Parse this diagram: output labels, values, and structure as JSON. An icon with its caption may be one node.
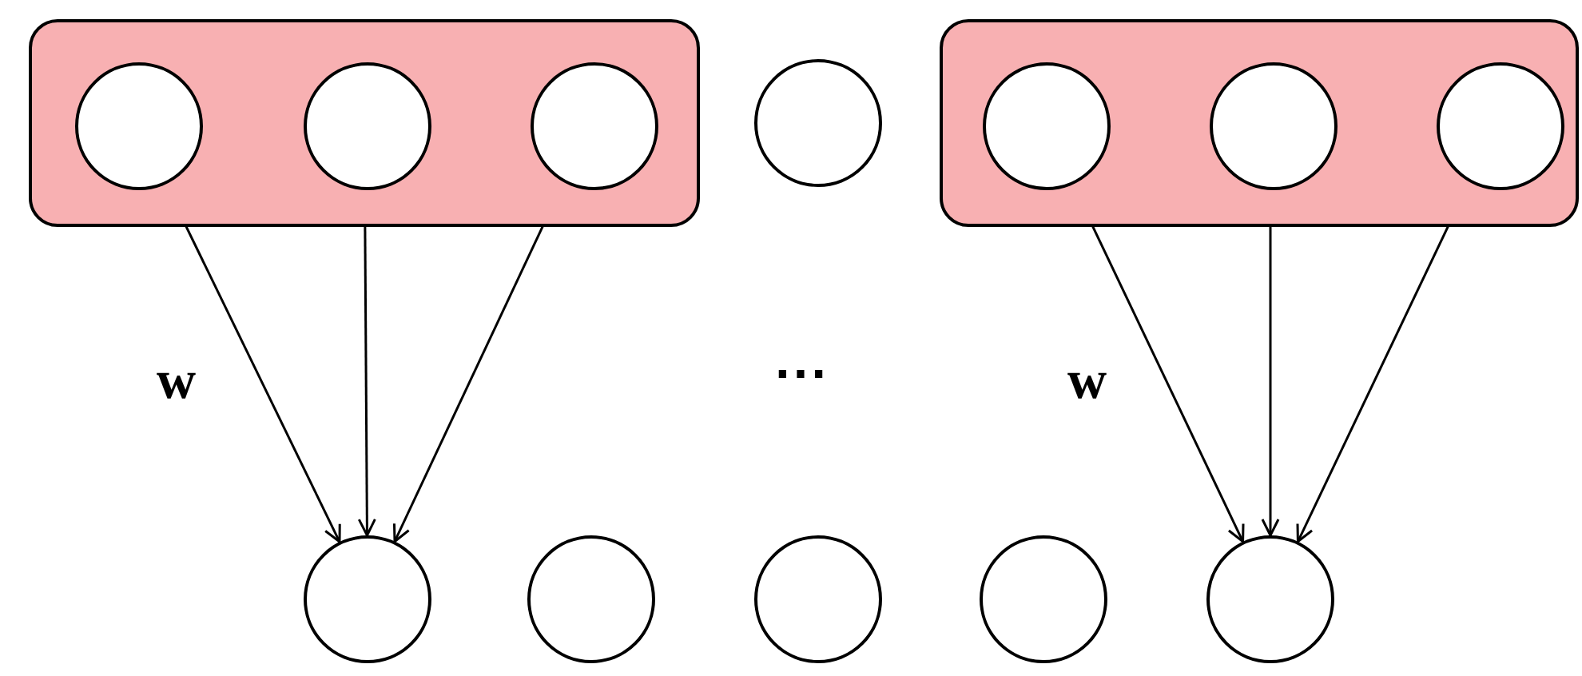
{
  "diagram": {
    "nodes": [
      {
        "text": [],
        "shape": "box"
      },
      {
        "text": [],
        "shape": "circle",
        "in": 0
      },
      {
        "text": [],
        "shape": "circle",
        "in": 0
      },
      {
        "text": [],
        "shape": "circle",
        "in": 0
      },
      {
        "text": [],
        "shape": "circle"
      },
      {
        "text": [],
        "shape": "box"
      },
      {
        "text": [],
        "shape": "circle",
        "in": 5
      },
      {
        "text": [],
        "shape": "circle",
        "in": 5
      },
      {
        "text": [],
        "shape": "circle",
        "in": 5
      },
      {
        "text": [],
        "shape": "circle"
      },
      {
        "text": [],
        "shape": "circle"
      },
      {
        "text": [],
        "shape": "circle"
      },
      {
        "text": [],
        "shape": "circle"
      },
      {
        "text": [],
        "shape": "circle"
      }
    ],
    "edges": [
      {
        "from": 1,
        "to": 9,
        "arrow": "to"
      },
      {
        "from": 2,
        "to": 9,
        "arrow": "to"
      },
      {
        "from": 3,
        "to": 9,
        "arrow": "to"
      },
      {
        "from": 6,
        "to": 13,
        "arrow": "to"
      },
      {
        "from": 7,
        "to": 13,
        "arrow": "to"
      },
      {
        "from": 8,
        "to": 13,
        "arrow": "to"
      }
    ],
    "labels": [
      "w",
      "⋯",
      "w"
    ]
  }
}
